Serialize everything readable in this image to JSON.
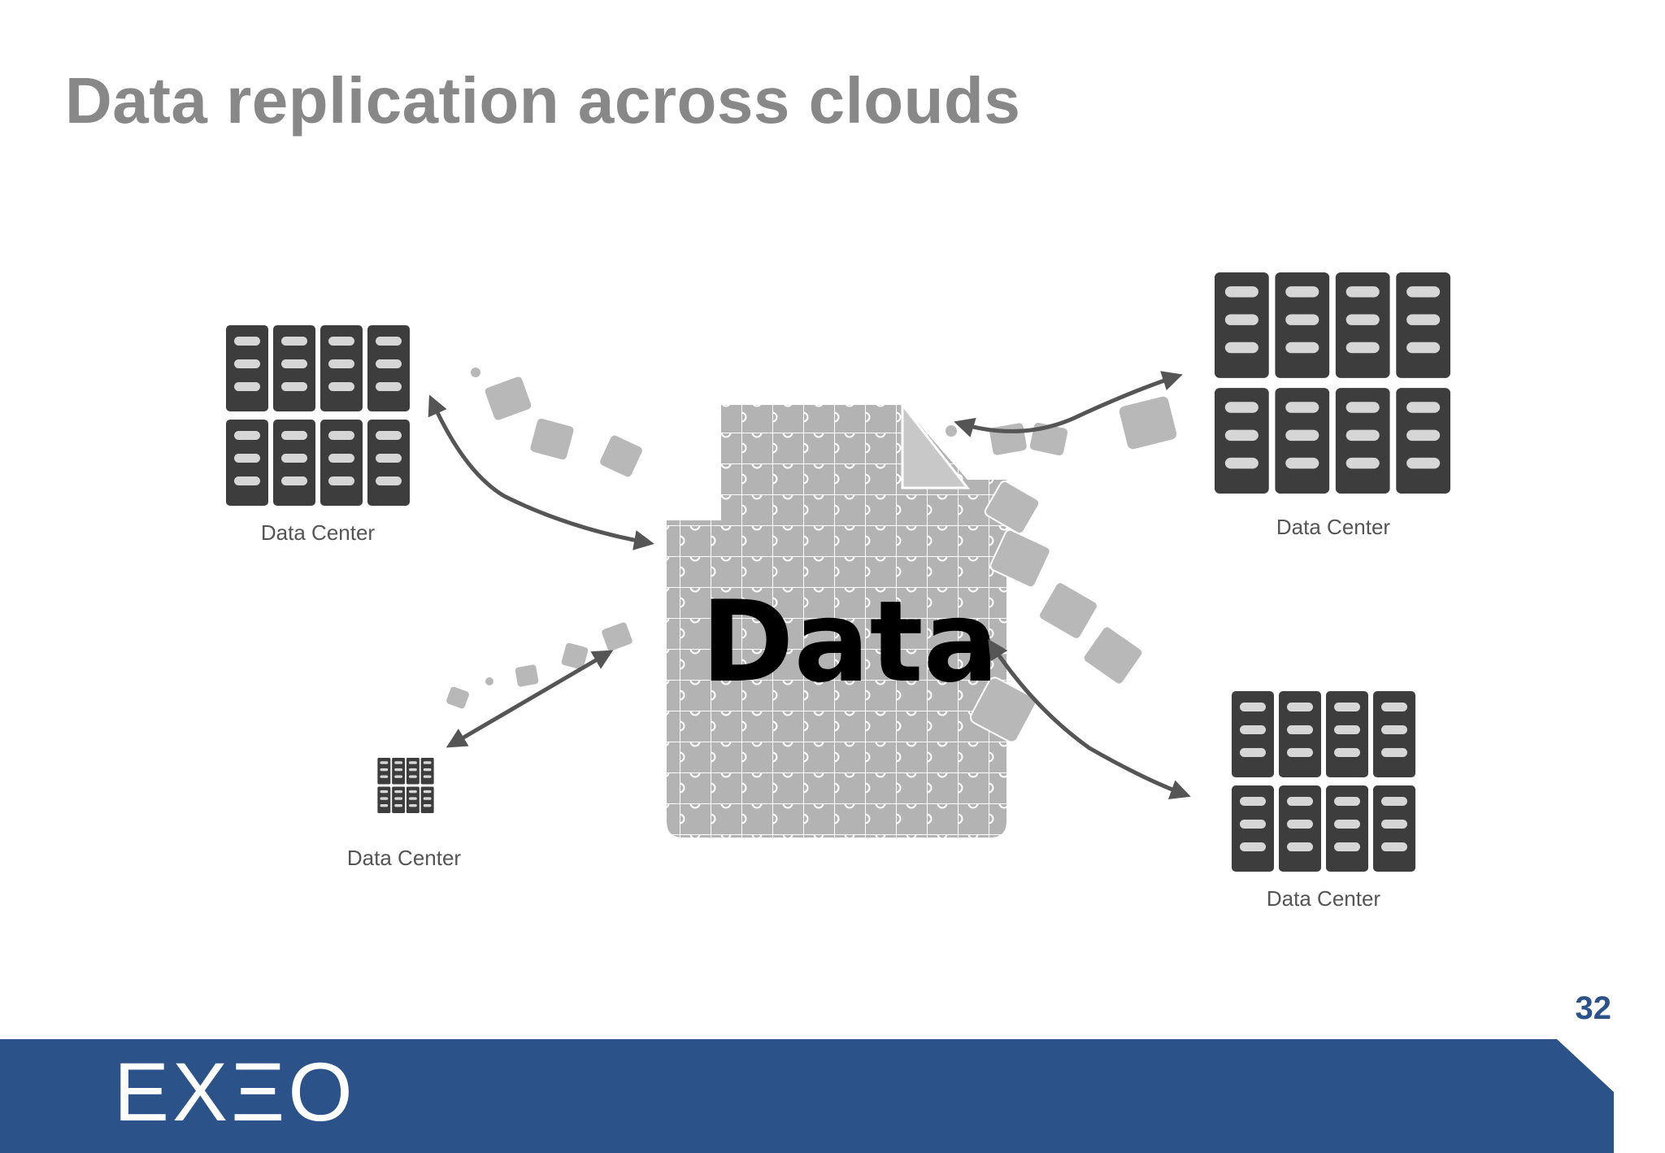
{
  "slide": {
    "title": "Data replication across clouds",
    "page_number": "32"
  },
  "diagram": {
    "central_document": {
      "label": "Data",
      "style": "puzzle-pieces"
    },
    "data_centers": [
      {
        "id": "top-left",
        "label": "Data Center"
      },
      {
        "id": "bottom-left",
        "label": "Data Center"
      },
      {
        "id": "top-right",
        "label": "Data Center"
      },
      {
        "id": "bottom-right",
        "label": "Data Center"
      }
    ],
    "arrows": "bidirectional"
  },
  "footer": {
    "logo_text": "EXΞO",
    "bar_color": "#2b5289"
  },
  "colors": {
    "title": "#888888",
    "server": "#3d3d3d",
    "slot": "#d6d6d6",
    "puzzle": "#b3b3b3",
    "arrow": "#555555",
    "accent": "#2b5289"
  }
}
